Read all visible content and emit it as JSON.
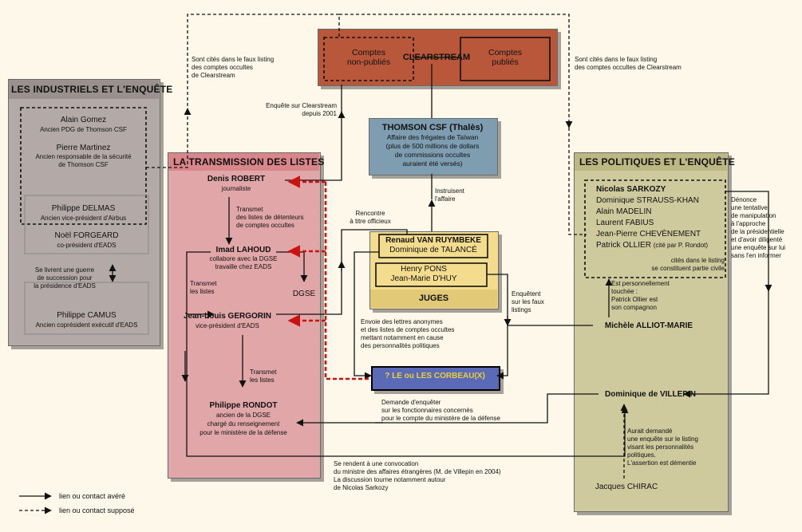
{
  "colors": {
    "industrials": "#b3aaa8",
    "transmission": "#e1a6a8",
    "politics": "#cfca9e",
    "judges": "#f4dc8e",
    "clearstream": "#b9573a",
    "thomson": "#7e9db1",
    "corbeau": "#5a6ab7",
    "link": "#111111",
    "red_dashed": "#cc1111"
  },
  "clearstream": {
    "label": "CLEARSTREAM",
    "unpublished": [
      "Comptes",
      "non-publiés"
    ],
    "published": [
      "Comptes",
      "publiés"
    ]
  },
  "thomson": {
    "title": "THOMSON CSF (Thalès)",
    "desc": [
      "Affaire des frégates de Taïwan",
      "(plus de 500 millions de dollars",
      "de commissions occultes",
      "auraient été versés)"
    ]
  },
  "industrials": {
    "title": "LES INDUSTRIELS ET L'ENQUÊTE",
    "people": [
      {
        "name": "Alain Gomez",
        "role": [
          "Ancien PDG de Thomson CSF"
        ]
      },
      {
        "name": "Pierre Martinez",
        "role": [
          "Ancien responsable de la sécurité",
          "de Thomson CSF"
        ]
      },
      {
        "name": "Philippe DELMAS",
        "role": [
          "Ancien vice-président d'Airbus"
        ]
      },
      {
        "name": "Noël FORGEARD",
        "role": [
          "co-président d'EADS"
        ]
      },
      {
        "name": "Philippe CAMUS",
        "role": [
          "Ancien coprésident exécutif d'EADS"
        ]
      }
    ],
    "succession": [
      "Se livrent une guerre",
      "de succession pour",
      "la présidence d'EADS"
    ]
  },
  "transmission": {
    "title": "LA TRANSMISSION DES LISTES",
    "robert": {
      "name": "Denis ROBERT",
      "role": [
        "journaliste"
      ]
    },
    "lahoud": {
      "name": "Imad LAHOUD",
      "role": [
        "collabore avec la DGSE",
        "travaille chez EADS"
      ]
    },
    "gergorin": {
      "name": "Jean-Louis GERGORIN",
      "role": [
        "vice-président d'EADS"
      ]
    },
    "rondot": {
      "name": "Philippe RONDOT",
      "role": [
        "ancien de la DGSE",
        "chargé du renseignement",
        "pour le ministère de la défense"
      ]
    },
    "dgse": "DGSE",
    "transmet1": [
      "Transmet",
      "des listes de détenteurs",
      "de comptes occultes"
    ],
    "transmet2": [
      "Transmet",
      "les listes"
    ],
    "transmet3": [
      "Transmet",
      "les listes"
    ]
  },
  "judges": {
    "title": "JUGES",
    "box1": [
      "Renaud VAN RUYMBEKE",
      "Dominique de TALANCÉ"
    ],
    "box2": [
      "Henry PONS",
      "Jean-Marie D'HUY"
    ]
  },
  "corbeau": "? LE ou LES CORBEAU(X)",
  "politics": {
    "title": "LES POLITIQUES ET L'ENQUÊTE",
    "names": [
      "Nicolas SARKOZY",
      "Dominique STRAUSS-KHAN",
      "Alain MADELIN",
      "Laurent FABIUS",
      "Jean-Pierre CHEVÈNEMENT",
      "Patrick OLLIER"
    ],
    "ollier_note": "(cité par P. Rondot)",
    "cited": [
      "cités dans le listing",
      "se constituent partie civile"
    ],
    "touchee": [
      "Est personnellement",
      "touchée :",
      "Patrick Ollier est",
      "son compagnon"
    ],
    "mam": "Michèle ALLIOT-MARIE",
    "villepin": "Dominique de VILLEPIN",
    "chirac": "Jacques CHIRAC",
    "aurait": [
      "Aurait demandé",
      "une enquête sur le listing",
      "visant les personnalités",
      "politiques.",
      "L'assertion est démentie"
    ],
    "denonce": [
      "Dénonce",
      "une tentative",
      "de manipulation",
      "à l'approche",
      "de la présidentielle",
      "et d'avoir diligenté",
      "une enquête sur lui",
      "sans l'en informer"
    ]
  },
  "annotations": {
    "cites_left": [
      "Sont cités dans le faux listing",
      "des comptes occultes",
      "de Clearstream"
    ],
    "cites_right": [
      "Sont cités dans le faux listing",
      "des comptes occultes de Clearstream"
    ],
    "enquete_cs": [
      "Enquête sur Clearstream",
      "depuis 2001"
    ],
    "instruisent": [
      "Instruisent",
      "l'affaire"
    ],
    "rencontre": [
      "Rencontre",
      "à titre officieux"
    ],
    "enquetent": [
      "Enquêtent",
      "sur les faux",
      "listings"
    ],
    "envoie": [
      "Envoie des lettres anonymes",
      "et  des listes de comptes occultes",
      "mettant notamment en cause",
      "des personnalités politiques"
    ],
    "demande": [
      "Demande d'enquêter",
      "sur les fonctionnaires concernés",
      "pour le compte du ministère de la défense"
    ],
    "convocation": [
      "Se rendent à une convocation",
      "du ministre des affaires étrangères (M. de Villepin en 2004)",
      "La discussion tourne notamment autour",
      "de Nicolas Sarkozy"
    ]
  },
  "legend": {
    "solid": "lien ou contact avéré",
    "dashed": "lien ou contact supposé"
  }
}
